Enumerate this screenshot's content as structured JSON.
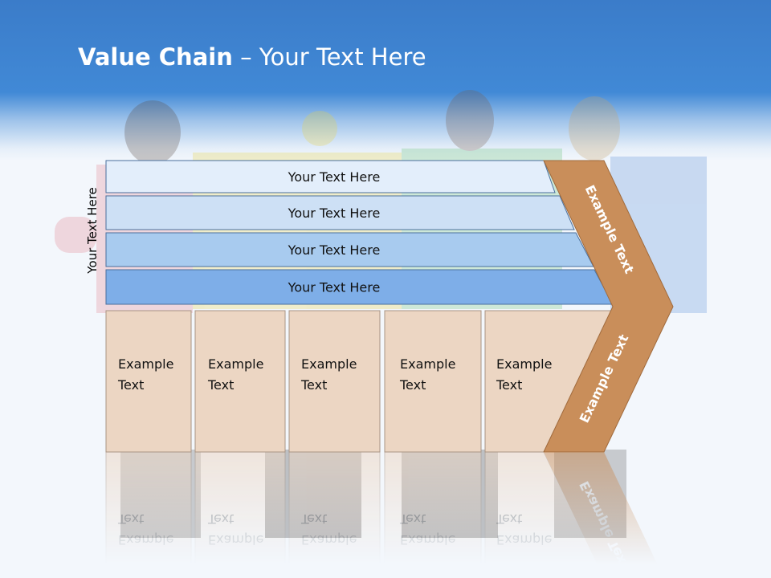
{
  "slide": {
    "title_bold": "Value Chain",
    "title_rest": " – Your Text Here",
    "side_label": "Your Text Here"
  },
  "bars": [
    {
      "label": "Your Text Here",
      "fill": "#e3eefb"
    },
    {
      "label": "Your Text Here",
      "fill": "#cde0f5"
    },
    {
      "label": "Your Text Here",
      "fill": "#a8cbef"
    },
    {
      "label": "Your Text Here",
      "fill": "#7eaee8"
    }
  ],
  "boxes": [
    {
      "line1": "Example",
      "line2": "Text"
    },
    {
      "line1": "Example",
      "line2": "Text"
    },
    {
      "line1": "Example",
      "line2": "Text"
    },
    {
      "line1": "Example",
      "line2": "Text"
    },
    {
      "line1": "Example",
      "line2": "Text"
    }
  ],
  "chevron": {
    "upper_label": "Example Text",
    "lower_label": "Example Text",
    "fill": "#c98e5a"
  },
  "colors": {
    "header": "#4189d6",
    "box_fill": "#ecd6c3",
    "bar_stroke": "#4a6f9c"
  }
}
